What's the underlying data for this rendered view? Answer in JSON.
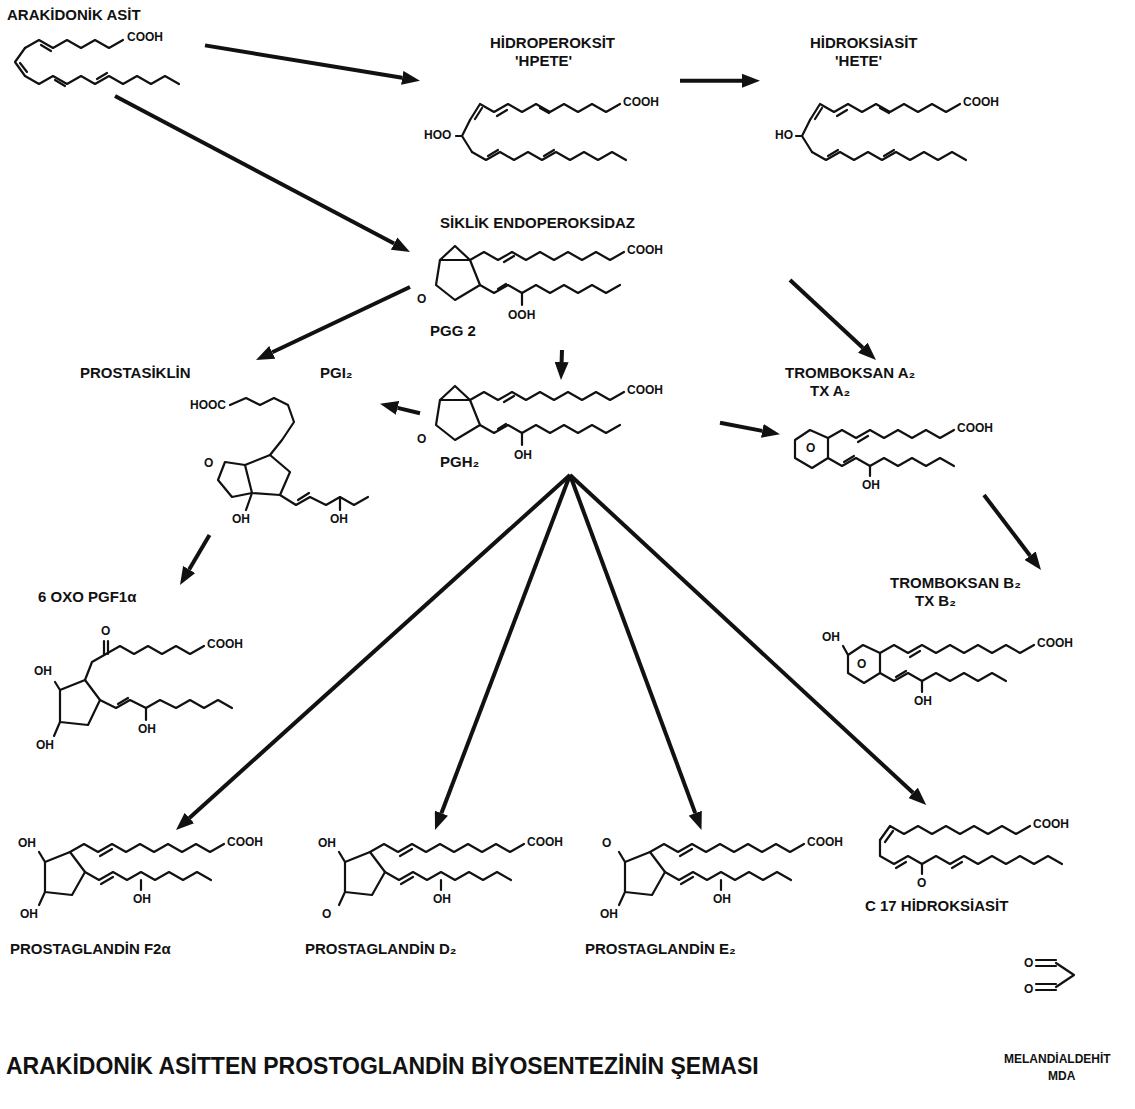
{
  "diagram": {
    "caption": "ARAKİDONİK ASİTTEN PROSTOGLANDİN BİYOSENTEZİNİN ŞEMASI",
    "nodes": [
      {
        "text": [
          "ARAKİDONİK ASİT"
        ]
      },
      {
        "text": [
          "HİDROPEROKSİT",
          "'HPETE'"
        ]
      },
      {
        "text": [
          "HİDROKSİASİT",
          "'HETE'"
        ]
      },
      {
        "text": [
          "SİKLİK ENDOPEROKSİDAZ",
          "PGG 2"
        ]
      },
      {
        "text": [
          "PGH₂"
        ]
      },
      {
        "text": [
          "PROSTASİKLİN",
          "PGI₂"
        ]
      },
      {
        "text": [
          "TROMBOKSAN A₂",
          "TX A₂"
        ]
      },
      {
        "text": [
          "TROMBOKSAN B₂",
          "TX B₂"
        ]
      },
      {
        "text": [
          "6 OXO PGF1α"
        ]
      },
      {
        "text": [
          "PROSTAGLANDİN F2α"
        ]
      },
      {
        "text": [
          "PROSTAGLANDİN D₂"
        ]
      },
      {
        "text": [
          "PROSTAGLANDİN E₂"
        ]
      },
      {
        "text": [
          "C 17 HİDROKSİASİT"
        ]
      },
      {
        "text": [
          "MELANDİALDEHİT",
          "MDA"
        ]
      }
    ],
    "edges": [
      {
        "from": 0,
        "to": 1,
        "arrow": "to"
      },
      {
        "from": 1,
        "to": 2,
        "arrow": "to"
      },
      {
        "from": 0,
        "to": 3,
        "arrow": "to"
      },
      {
        "from": 3,
        "to": 4,
        "arrow": "to"
      },
      {
        "from": 3,
        "to": 5,
        "arrow": "to"
      },
      {
        "from": 4,
        "to": 5,
        "arrow": "to"
      },
      {
        "from": 3,
        "to": 6,
        "arrow": "to"
      },
      {
        "from": 4,
        "to": 6,
        "arrow": "to"
      },
      {
        "from": 5,
        "to": 8,
        "arrow": "to"
      },
      {
        "from": 6,
        "to": 7,
        "arrow": "to"
      },
      {
        "from": 4,
        "to": 9,
        "arrow": "to"
      },
      {
        "from": 4,
        "to": 10,
        "arrow": "to"
      },
      {
        "from": 4,
        "to": 11,
        "arrow": "to"
      },
      {
        "from": 4,
        "to": 12,
        "arrow": "to"
      }
    ],
    "labels": [
      "COOH",
      "HOO",
      "COOH",
      "HO",
      "COOH",
      "O",
      "COOH",
      "OOH",
      "O",
      "COOH",
      "OH",
      "HOOC",
      "O",
      "OH",
      "OH",
      "O",
      "COOH",
      "OH",
      "OH",
      "OH",
      "O",
      "COOH",
      "OH",
      "OH",
      "O",
      "COOH",
      "OH",
      "OH",
      "OH",
      "COOH",
      "OH",
      "OH",
      "O",
      "COOH",
      "OH",
      "O",
      "OH",
      "COOH",
      "OH",
      "COOH",
      "O",
      "O",
      "O"
    ]
  }
}
